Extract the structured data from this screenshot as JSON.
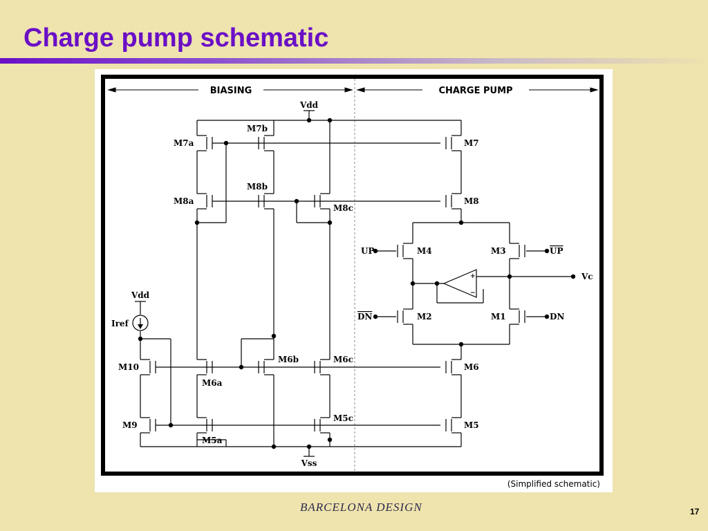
{
  "slide": {
    "title": "Charge pump schematic",
    "page_number": "17",
    "logo_text": "BARCELONA DESIGN"
  },
  "schematic": {
    "section_left": "BIASING",
    "section_right": "CHARGE PUMP",
    "caption": "(Simplified schematic)",
    "supply_top": "Vdd",
    "supply_iref": "Vdd",
    "ground": "Vss",
    "iref_label": "Iref",
    "output": "Vc",
    "inputs": {
      "up": "UP",
      "up_bar": "UP",
      "dn": "DN",
      "dn_bar": "DN"
    },
    "transistors": {
      "m7a": "M7a",
      "m7b": "M7b",
      "m7": "M7",
      "m8a": "M8a",
      "m8b": "M8b",
      "m8c": "M8c",
      "m8": "M8",
      "m4": "M4",
      "m3": "M3",
      "m2": "M2",
      "m1": "M1",
      "m10": "M10",
      "m6a": "M6a",
      "m6b": "M6b",
      "m6c": "M6c",
      "m6": "M6",
      "m9": "M9",
      "m5a": "M5a",
      "m5c": "M5c",
      "m5": "M5"
    },
    "opamp_signs": {
      "plus": "+",
      "minus": "−"
    }
  }
}
